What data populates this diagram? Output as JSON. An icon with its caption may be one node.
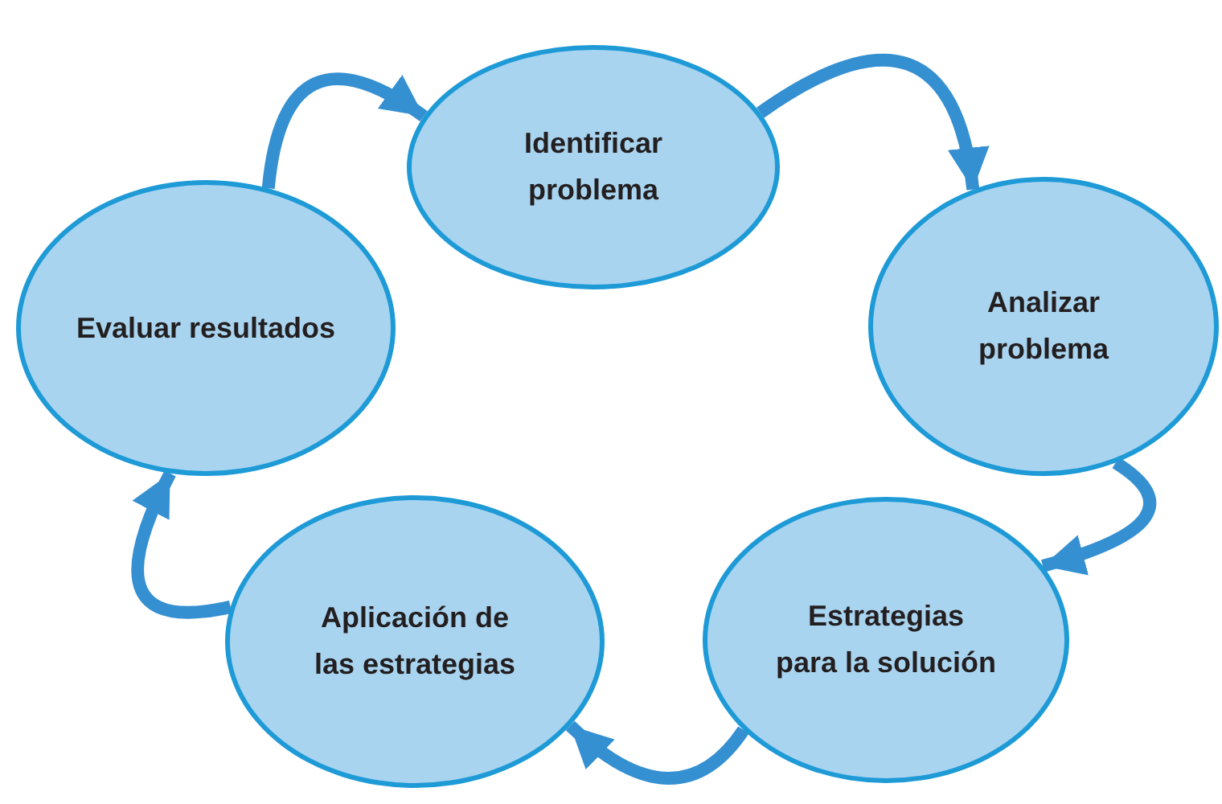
{
  "diagram": {
    "nodes": [
      {
        "text": [
          "Identificar problema"
        ]
      },
      {
        "text": [
          "Analizar problema"
        ]
      },
      {
        "text": [
          "Estrategias para la solución"
        ]
      },
      {
        "text": [
          "Aplicación de las estrategias"
        ]
      },
      {
        "text": [
          "Evaluar resultados"
        ]
      }
    ],
    "edges": [
      {
        "from": 0,
        "to": 1,
        "arrow": "to"
      },
      {
        "from": 1,
        "to": 2,
        "arrow": "to"
      },
      {
        "from": 2,
        "to": 3,
        "arrow": "to"
      },
      {
        "from": 3,
        "to": 4,
        "arrow": "to"
      },
      {
        "from": 4,
        "to": 0,
        "arrow": "to"
      }
    ]
  }
}
